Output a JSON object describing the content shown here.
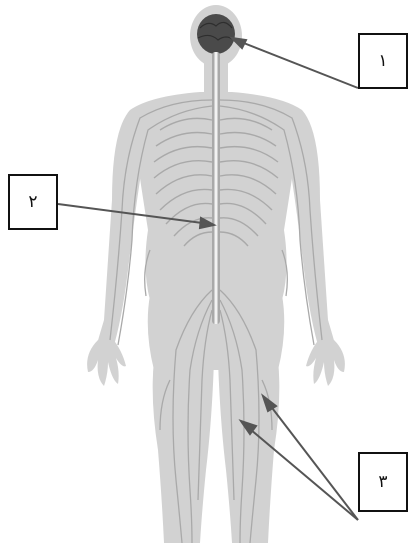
{
  "labels": {
    "one": "١",
    "two": "٢",
    "three": "٣"
  },
  "colors": {
    "body_silhouette": "#d2d2d2",
    "nerve": "#a9a9a9",
    "nerve_highlight": "#f2f2f2",
    "brain": "#4a4a4a",
    "arrow": "#555555",
    "box_border": "#111111"
  }
}
